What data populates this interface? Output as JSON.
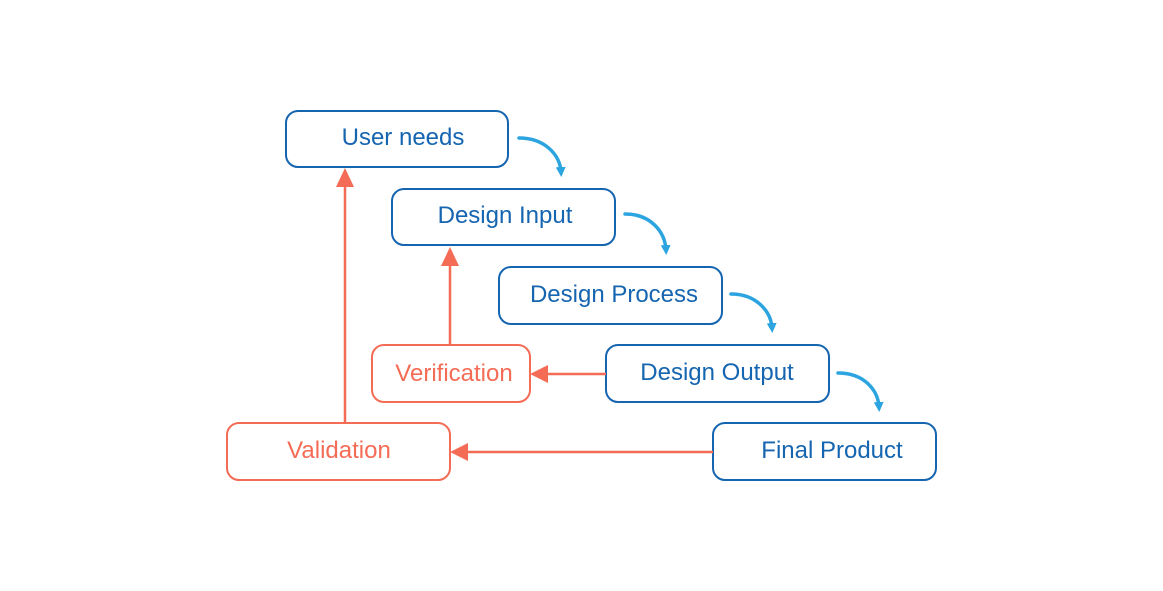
{
  "colors": {
    "flow": "#1565b0",
    "flow_arrow": "#2ba4e0",
    "check": "#f46c55",
    "background": "#ffffff"
  },
  "flow_steps": [
    {
      "id": "user-needs",
      "label": "User needs"
    },
    {
      "id": "design-input",
      "label": "Design Input"
    },
    {
      "id": "design-process",
      "label": "Design Process"
    },
    {
      "id": "design-output",
      "label": "Design Output"
    },
    {
      "id": "final-product",
      "label": "Final Product"
    }
  ],
  "checks": [
    {
      "id": "verification",
      "label": "Verification",
      "from": "design-output",
      "to": "design-input"
    },
    {
      "id": "validation",
      "label": "Validation",
      "from": "final-product",
      "to": "user-needs"
    }
  ]
}
